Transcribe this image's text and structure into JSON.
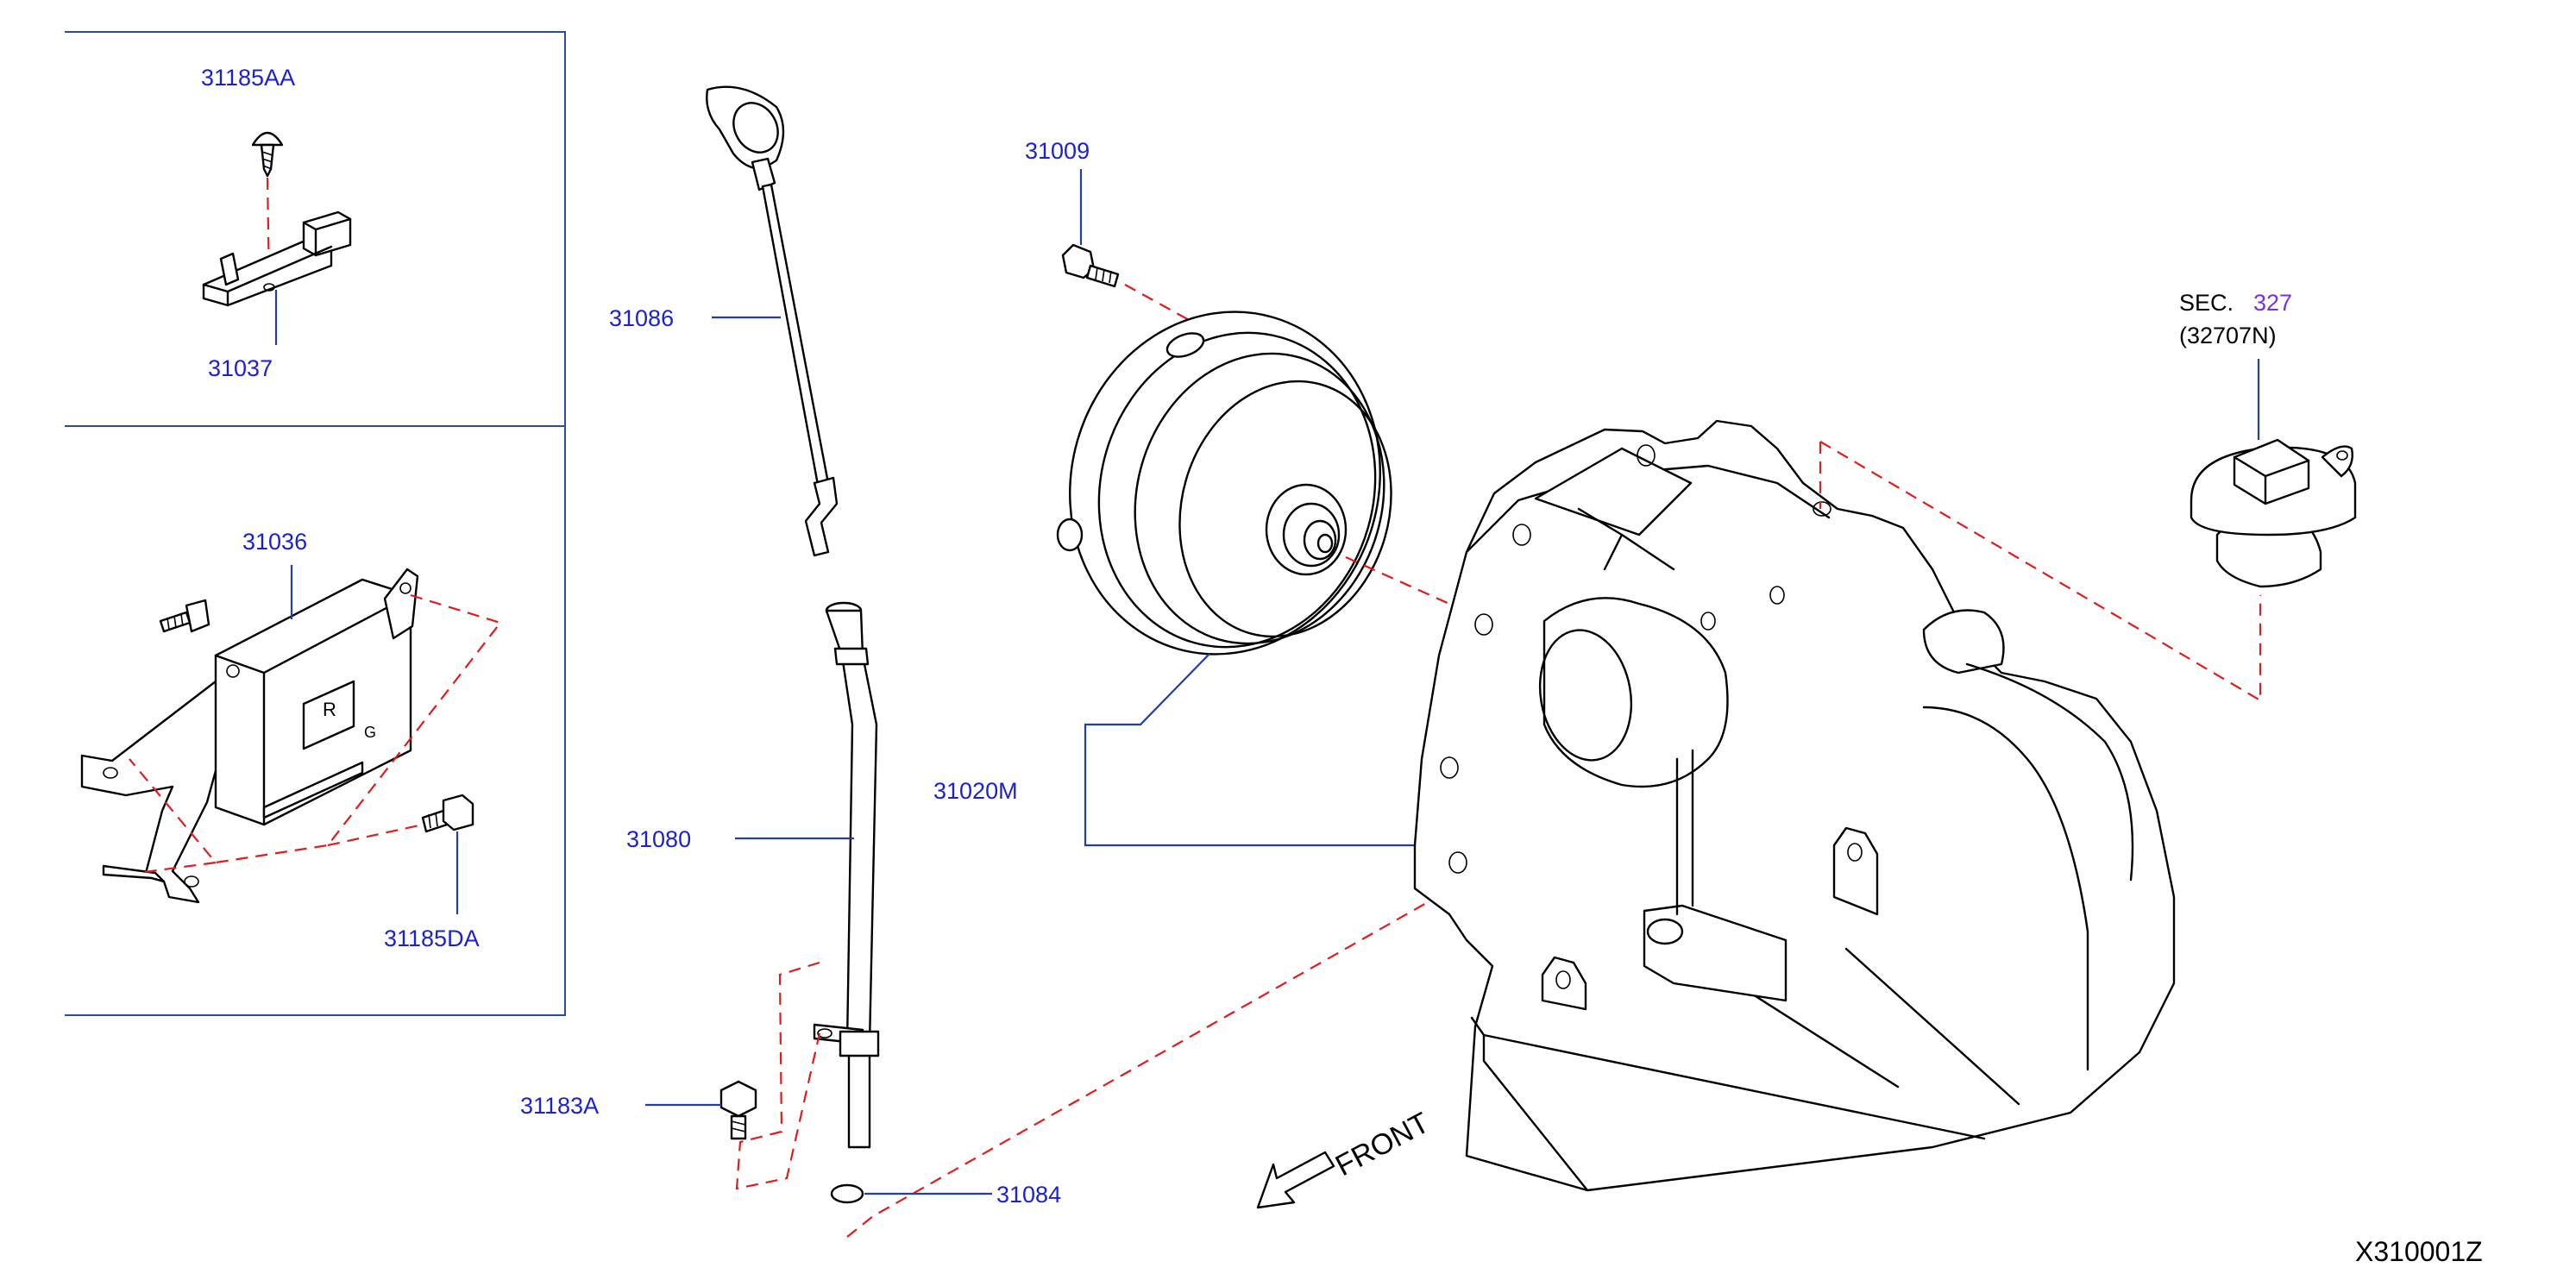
{
  "colors": {
    "label": "#1a1fd8",
    "leader": "#1e3fa8",
    "dashed_line": "#e21b1b",
    "section_link": "#7b2fe0",
    "outline": "#000000"
  },
  "part_labels": {
    "p31185AA": "31185AA",
    "p31037": "31037",
    "p31036": "31036",
    "p31185DA": "31185DA",
    "p31086": "31086",
    "p31080": "31080",
    "p31183A": "31183A",
    "p31084": "31084",
    "p31009": "31009",
    "p31020M": "31020M"
  },
  "section_ref": {
    "prefix": "SEC.",
    "number": "327",
    "part": "(32707N)"
  },
  "front_label": "FRONT",
  "diagram_code": "X310001Z"
}
